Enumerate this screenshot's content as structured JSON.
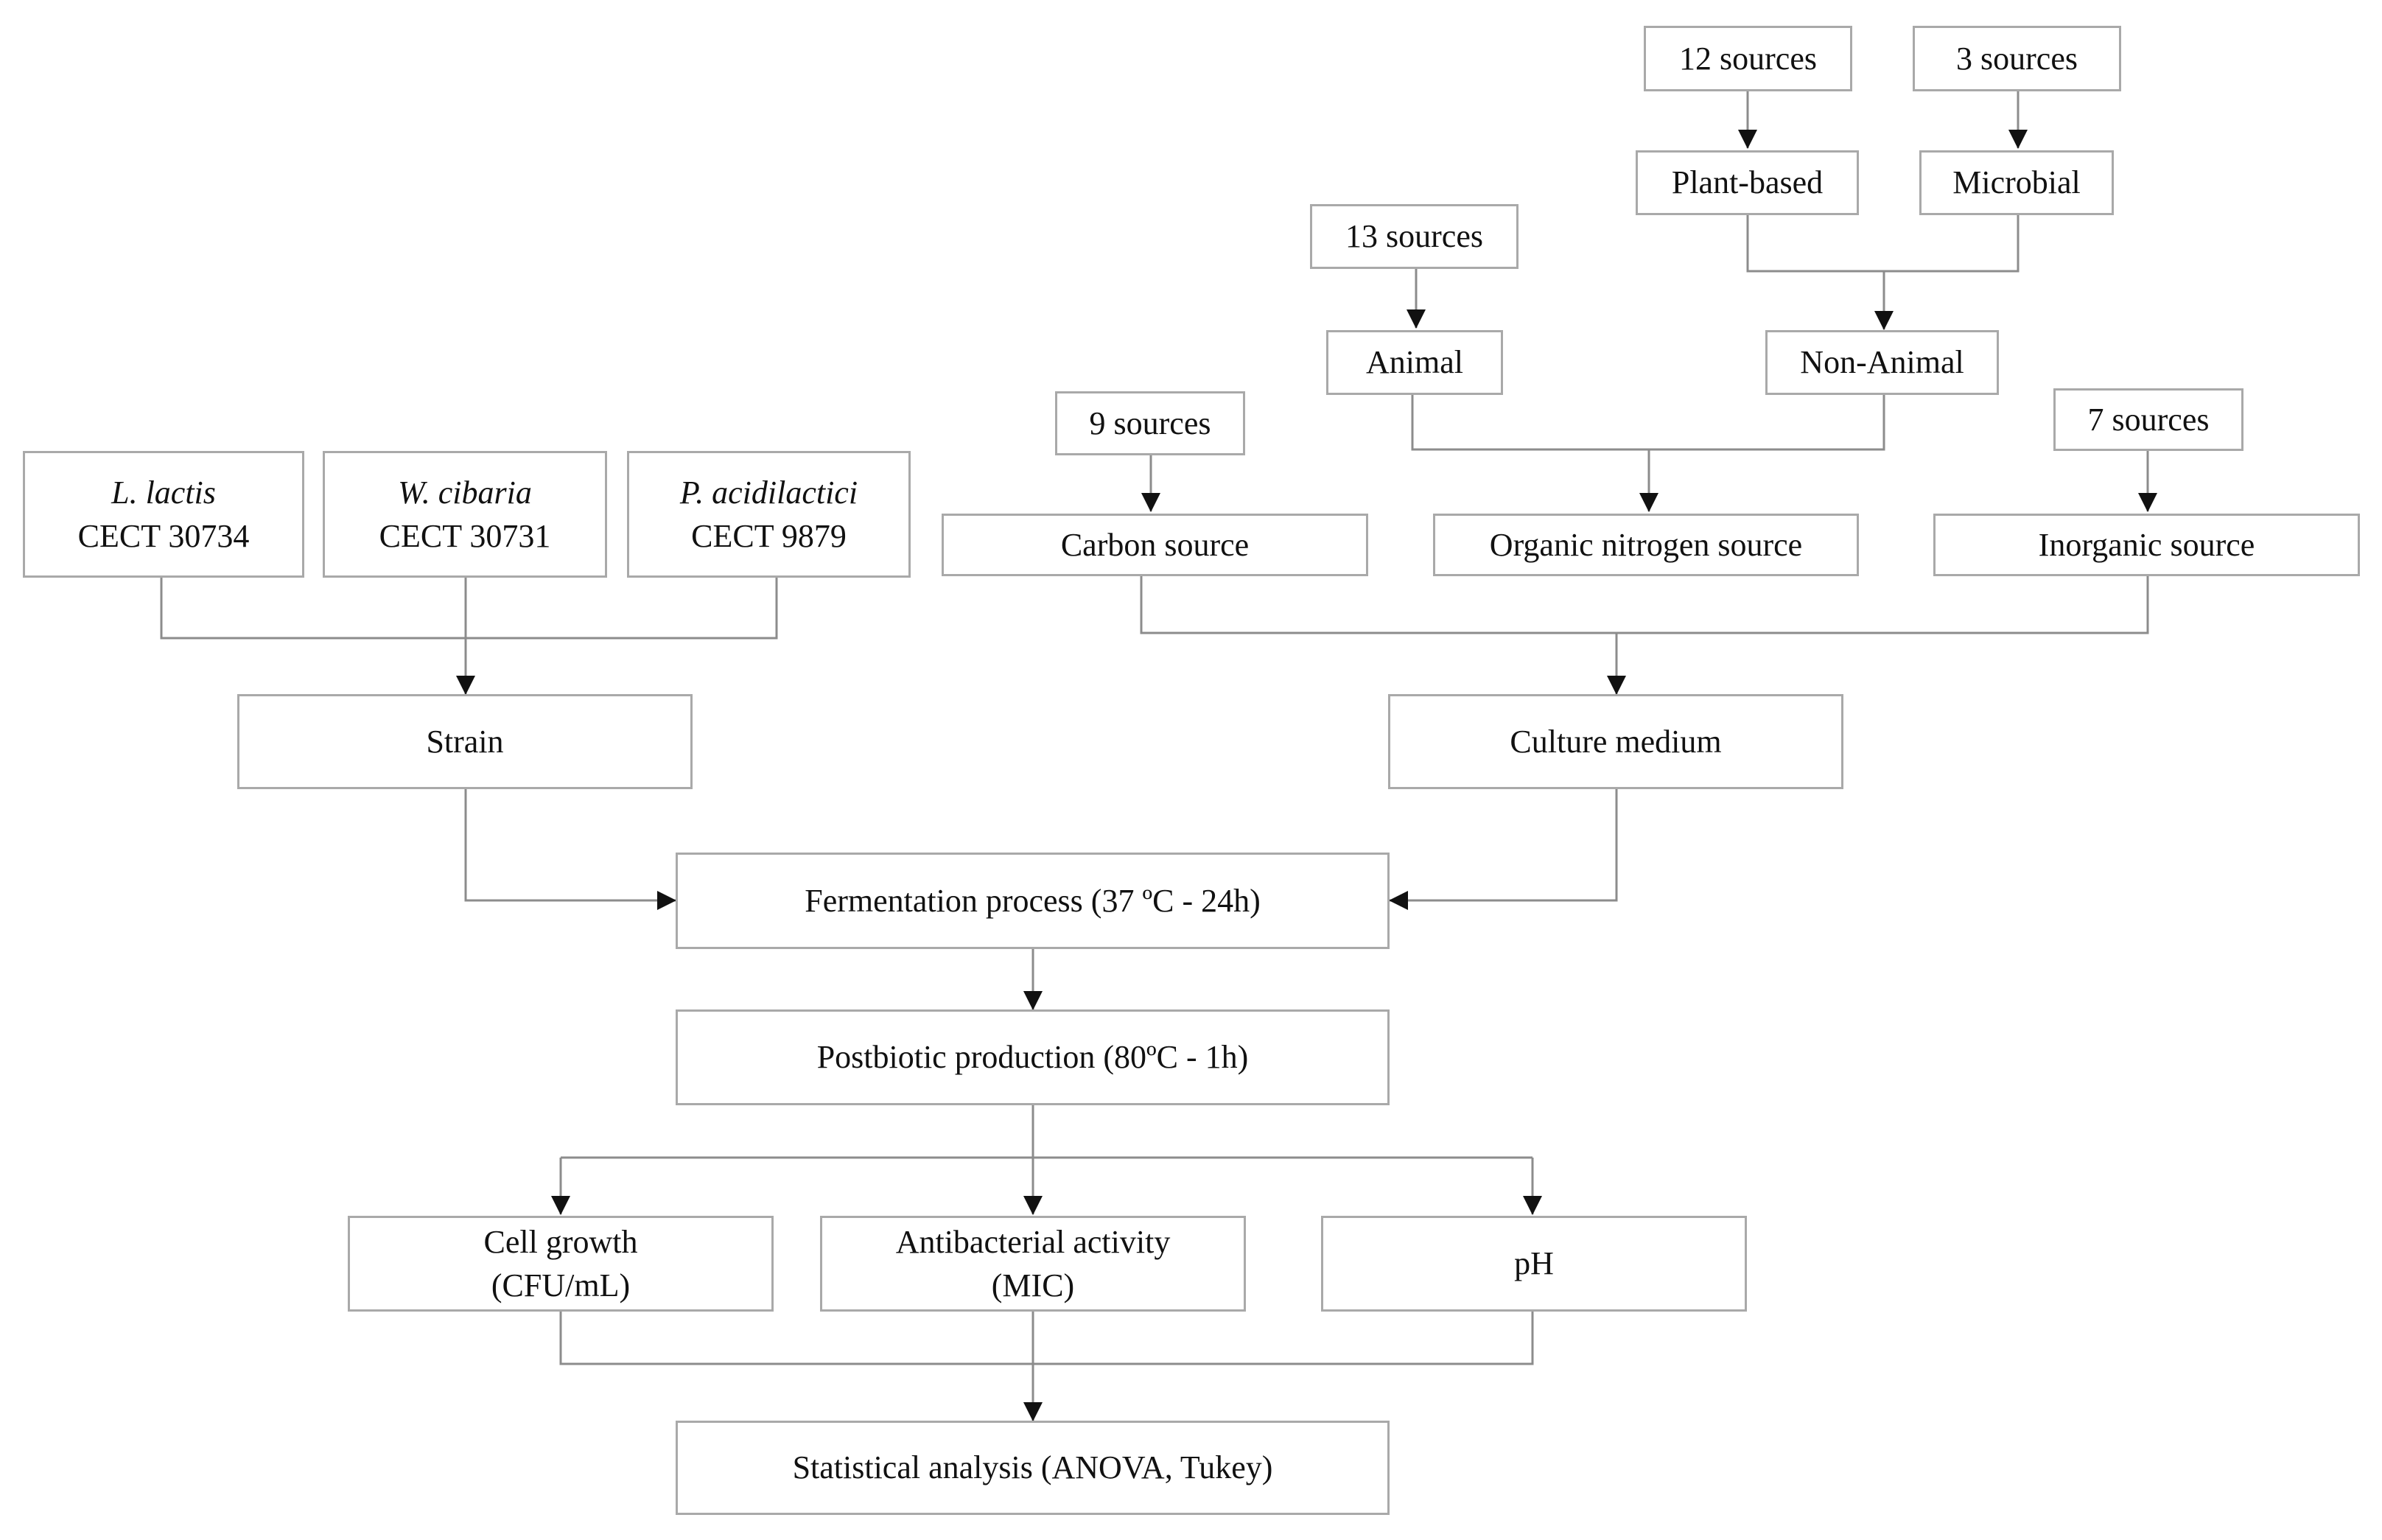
{
  "nodes": {
    "strain_lactis": {
      "name": "L. lactis",
      "code": "CECT 30734"
    },
    "strain_cibaria": {
      "name": "W. cibaria",
      "code": "CECT 30731"
    },
    "strain_acidilactici": {
      "name": "P. acidilactici",
      "code": "CECT 9879"
    },
    "strain": "Strain",
    "src_12": "12 sources",
    "src_3": "3 sources",
    "plant_based": "Plant-based",
    "microbial": "Microbial",
    "src_13": "13 sources",
    "animal": "Animal",
    "non_animal": "Non-Animal",
    "src_9": "9 sources",
    "src_7": "7 sources",
    "carbon_source": "Carbon source",
    "organic_nitrogen": "Organic nitrogen source",
    "inorganic_source": "Inorganic source",
    "culture_medium": "Culture medium",
    "fermentation": "Fermentation process (37 ºC - 24h)",
    "postbiotic": "Postbiotic production (80ºC - 1h)",
    "cell_growth": {
      "line1": "Cell growth",
      "line2": "(CFU/mL)"
    },
    "antibacterial": {
      "line1": "Antibacterial activity",
      "line2": "(MIC)"
    },
    "ph": "pH",
    "statistical": "Statistical analysis (ANOVA, Tukey)"
  }
}
